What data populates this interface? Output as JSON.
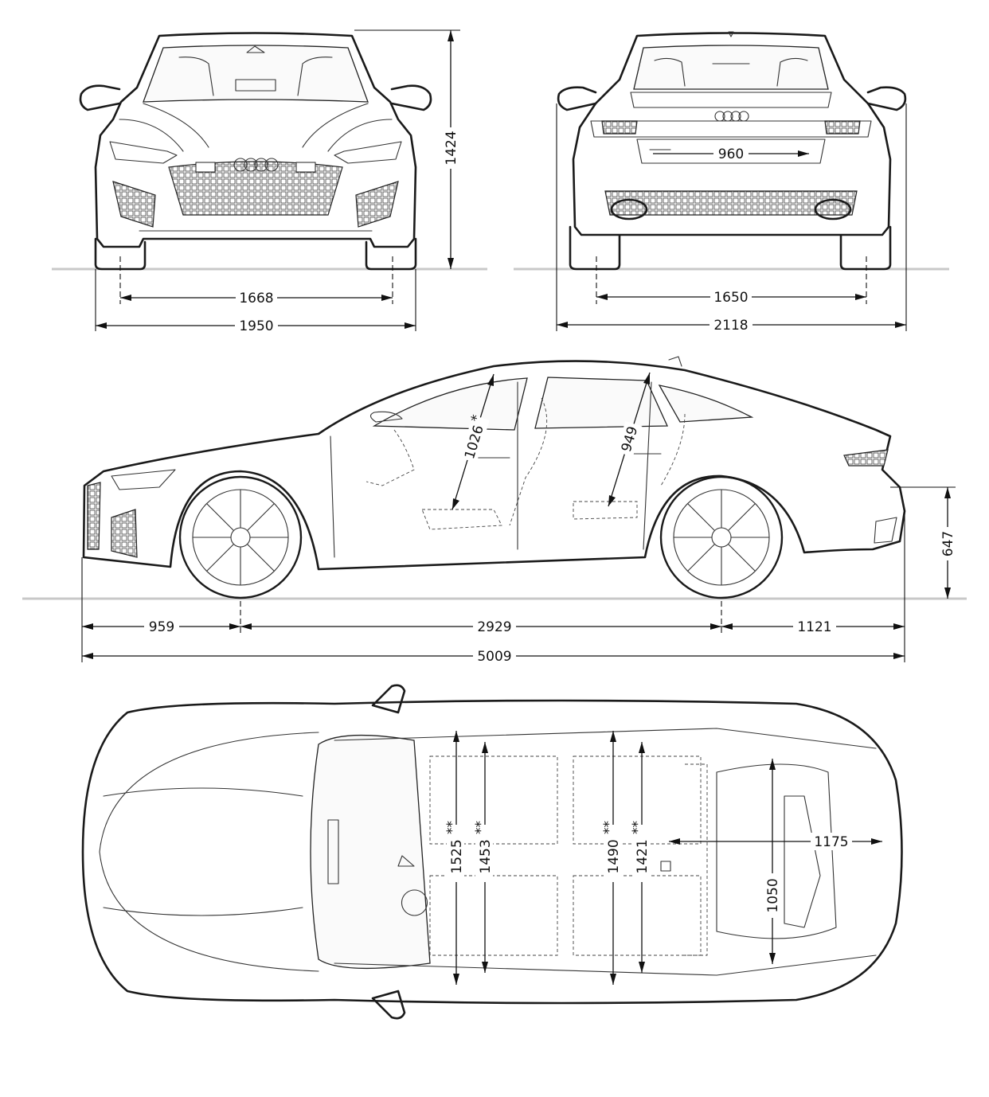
{
  "dimensions": {
    "front_height": "1424",
    "front_track": "1668",
    "front_width": "1950",
    "rear_load_width": "960",
    "rear_track": "1650",
    "rear_width_mirrors": "2118",
    "front_headroom": "1026",
    "front_headroom_mark": "*",
    "rear_headroom": "949",
    "loading_height": "647",
    "front_overhang": "959",
    "wheelbase": "2929",
    "rear_overhang": "1121",
    "overall_length": "5009",
    "front_shoulder_width": "1525",
    "front_shoulder_mark": "**",
    "front_elbow_width": "1453",
    "front_elbow_mark": "**",
    "rear_shoulder_width": "1490",
    "rear_shoulder_mark": "**",
    "rear_elbow_width": "1421",
    "rear_elbow_mark": "**",
    "luggage_length": "1175",
    "luggage_width": "1050"
  },
  "colors": {
    "line": "#1a1a1a",
    "ground": "#c8c8c8",
    "background": "#ffffff"
  }
}
